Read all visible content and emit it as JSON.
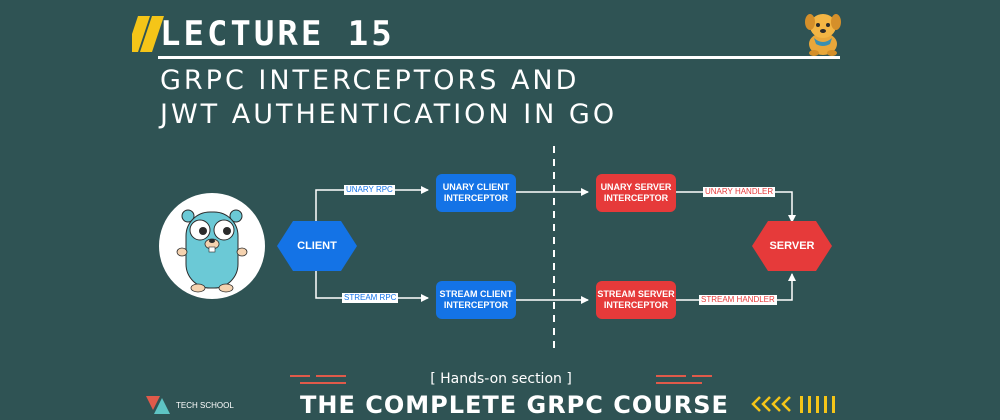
{
  "header": {
    "lecture": "LECTURE 15",
    "subtitle_line1": "GRPC INTERCEPTORS AND",
    "subtitle_line2": "JWT AUTHENTICATION IN GO"
  },
  "diagram": {
    "client": "CLIENT",
    "server": "SERVER",
    "edge_labels": {
      "unary_rpc": "UNARY RPC",
      "stream_rpc": "STREAM RPC",
      "unary_handler": "UNARY HANDLER",
      "stream_handler": "STREAM HANDLER"
    },
    "boxes": {
      "unary_client_line1": "UNARY CLIENT",
      "unary_client_line2": "INTERCEPTOR",
      "stream_client_line1": "STREAM CLIENT",
      "stream_client_line2": "INTERCEPTOR",
      "unary_server_line1": "UNARY SERVER",
      "unary_server_line2": "INTERCEPTOR",
      "stream_server_line1": "STREAM SERVER",
      "stream_server_line2": "INTERCEPTOR"
    }
  },
  "footer": {
    "section": "[ Hands-on section ]",
    "course": "THE COMPLETE GRPC COURSE",
    "brand": "TECH SCHOOL"
  },
  "colors": {
    "background": "#2f5354",
    "client_blue": "#1473e6",
    "server_red": "#e63a3a",
    "accent_yellow": "#f5c518",
    "accent_red": "#e05a4a"
  },
  "icons": [
    "double-chevron-logo-icon",
    "dog-mascot-icon",
    "gopher-mascot-icon",
    "tech-school-logo-icon",
    "chevron-arrows-icon"
  ]
}
